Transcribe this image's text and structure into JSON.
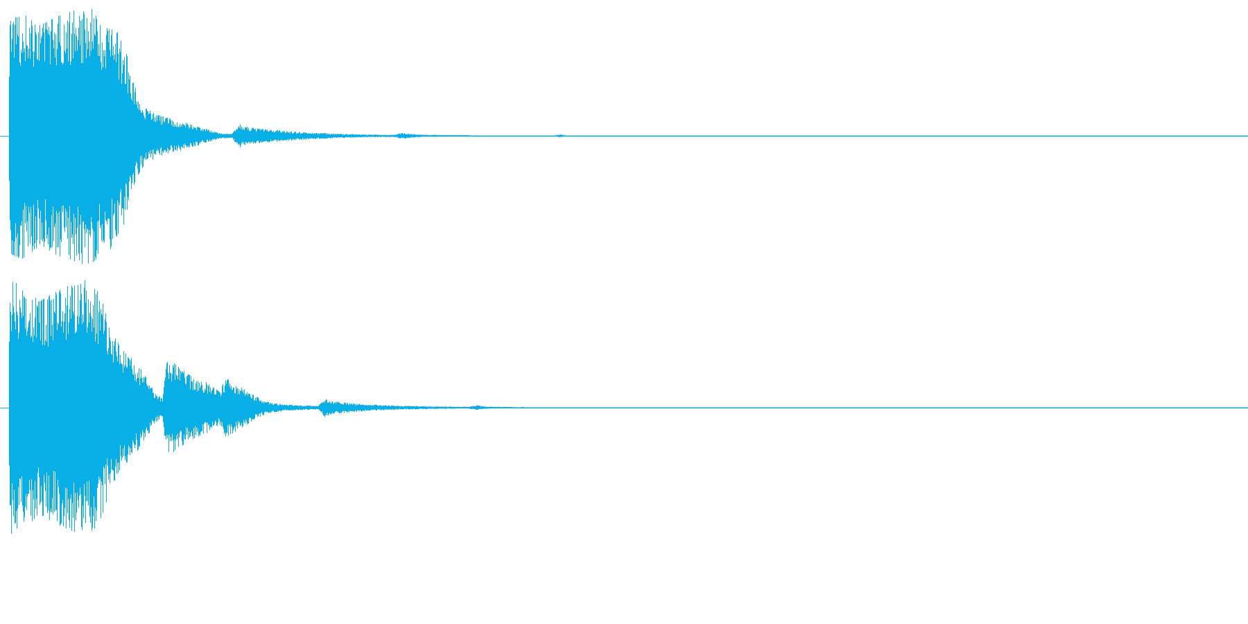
{
  "chart_data": {
    "type": "area",
    "title": "",
    "xlabel": "",
    "ylabel": "",
    "grid": false,
    "legend": "none",
    "x_range": [
      0,
      1
    ],
    "y_range": [
      -1,
      1
    ],
    "wave_color": "#08aee6",
    "background_color": "#ffffff",
    "series": [
      {
        "channel": 1,
        "envelope": {
          "t": [
            0.0,
            0.001,
            0.01,
            0.025,
            0.04,
            0.055,
            0.065,
            0.075,
            0.085,
            0.095,
            0.1,
            0.104,
            0.11,
            0.12,
            0.13,
            0.14,
            0.15,
            0.16,
            0.17,
            0.18,
            0.186,
            0.19,
            0.2,
            0.215,
            0.23,
            0.25,
            0.27,
            0.29,
            0.31,
            0.318,
            0.33,
            0.345,
            0.36,
            0.38,
            0.392,
            0.4,
            0.44,
            0.445,
            0.45,
            1.0
          ],
          "amp": [
            0.0,
            0.88,
            0.93,
            0.83,
            0.9,
            0.95,
            0.98,
            0.88,
            0.84,
            0.62,
            0.45,
            0.3,
            0.21,
            0.16,
            0.13,
            0.11,
            0.08,
            0.05,
            0.02,
            0.016,
            0.09,
            0.07,
            0.055,
            0.045,
            0.032,
            0.022,
            0.015,
            0.01,
            0.008,
            0.022,
            0.01,
            0.007,
            0.006,
            0.004,
            0.003,
            0.001,
            0.001,
            0.012,
            0.001,
            0.001
          ]
        }
      },
      {
        "channel": 2,
        "envelope": {
          "t": [
            0.0,
            0.001,
            0.01,
            0.025,
            0.04,
            0.055,
            0.065,
            0.075,
            0.082,
            0.09,
            0.1,
            0.11,
            0.118,
            0.124,
            0.128,
            0.134,
            0.145,
            0.16,
            0.17,
            0.175,
            0.18,
            0.19,
            0.2,
            0.21,
            0.222,
            0.23,
            0.24,
            0.25,
            0.255,
            0.26,
            0.275,
            0.29,
            0.31,
            0.34,
            0.37,
            0.378,
            0.385,
            0.4,
            0.42,
            0.445,
            0.45,
            0.5,
            0.51,
            0.52,
            1.0
          ],
          "amp": [
            0.0,
            0.95,
            0.93,
            0.8,
            0.88,
            0.94,
            0.98,
            0.82,
            0.62,
            0.46,
            0.37,
            0.25,
            0.12,
            0.07,
            0.37,
            0.33,
            0.25,
            0.19,
            0.12,
            0.22,
            0.2,
            0.14,
            0.08,
            0.04,
            0.025,
            0.022,
            0.016,
            0.014,
            0.07,
            0.05,
            0.035,
            0.025,
            0.016,
            0.01,
            0.007,
            0.018,
            0.008,
            0.006,
            0.004,
            0.003,
            0.001,
            0.001,
            0.004,
            0.001,
            0.001
          ]
        }
      }
    ]
  }
}
